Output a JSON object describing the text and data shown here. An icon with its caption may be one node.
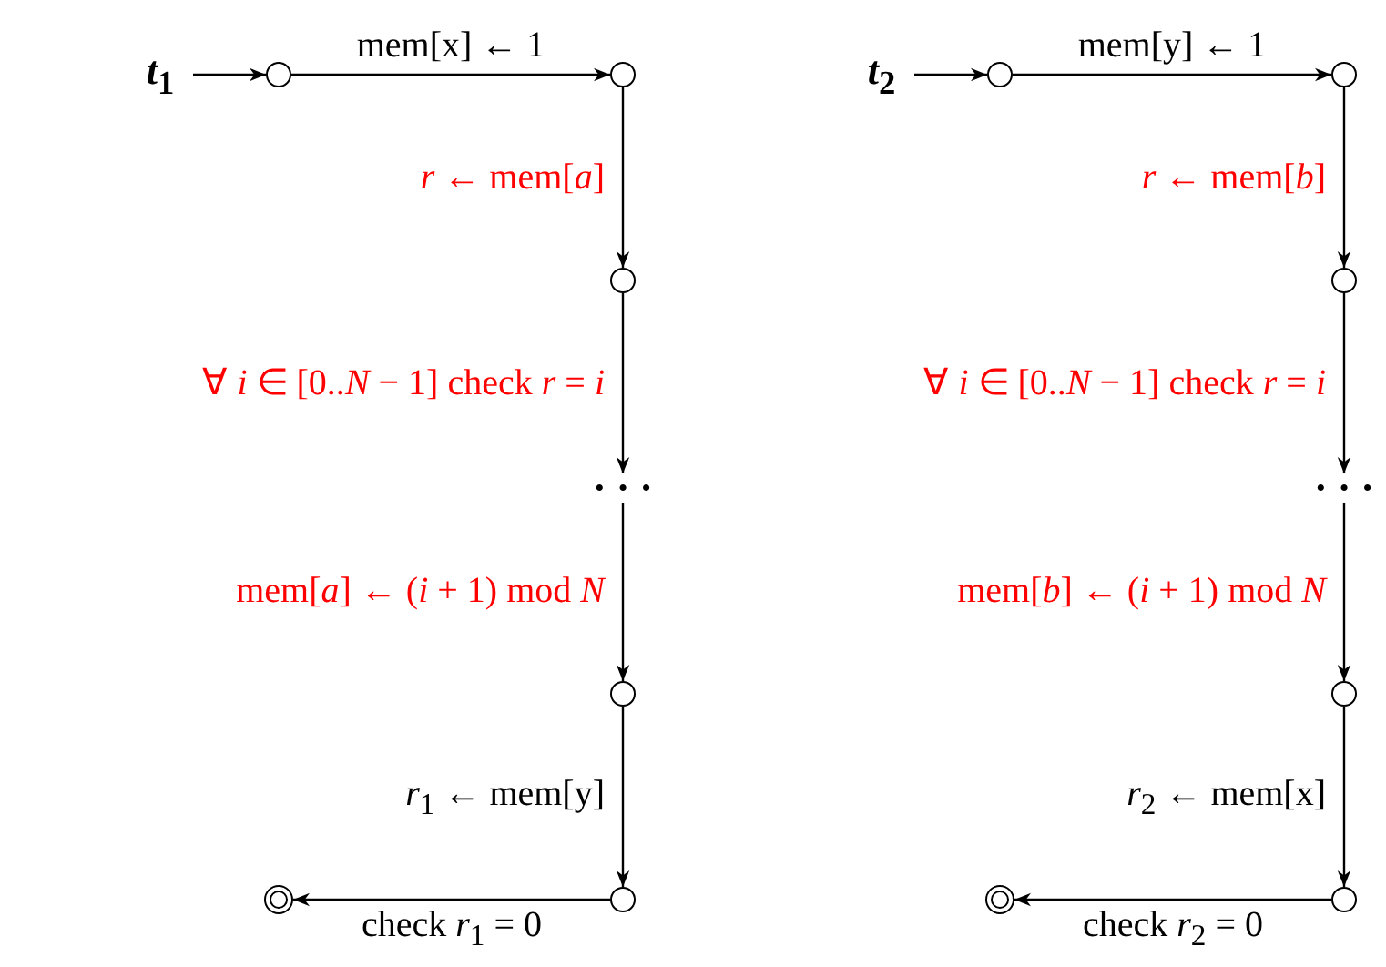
{
  "diagram": {
    "nodes": [
      {
        "text": [
          "*t*$_{1}$"
        ]
      },
      {
        "text": [],
        "shape": "circle"
      },
      {
        "text": [],
        "shape": "circle"
      },
      {
        "text": [],
        "shape": "circle"
      },
      {
        "text": [
          "· · ·"
        ]
      },
      {
        "text": [],
        "shape": "circle"
      },
      {
        "text": [],
        "shape": "circle"
      },
      {
        "text": [],
        "shape": "double-circle"
      },
      {
        "text": [
          "*t*$_{2}$"
        ]
      },
      {
        "text": [],
        "shape": "circle"
      },
      {
        "text": [],
        "shape": "circle"
      },
      {
        "text": [],
        "shape": "circle"
      },
      {
        "text": [
          "· · ·"
        ]
      },
      {
        "text": [],
        "shape": "circle"
      },
      {
        "text": [],
        "shape": "circle"
      },
      {
        "text": [],
        "shape": "double-circle"
      }
    ],
    "edges": [
      {
        "from": 0,
        "to": 1,
        "arrow": "to"
      },
      {
        "from": 1,
        "to": 2,
        "arrow": "to",
        "label": "mem[x] ← 1"
      },
      {
        "from": 2,
        "to": 3,
        "arrow": "to",
        "label": "*r* ← mem[*a*]"
      },
      {
        "from": 3,
        "to": 4,
        "arrow": "to",
        "label": "∀ *i* ∈ [0..*N* − 1] check *r* = *i*"
      },
      {
        "from": 4,
        "to": 5,
        "arrow": "to",
        "label": "mem[*a*] ← (*i* + 1) mod *N*"
      },
      {
        "from": 5,
        "to": 6,
        "arrow": "to",
        "label": "*r*$_{1}$ ← mem[y]"
      },
      {
        "from": 6,
        "to": 7,
        "arrow": "to",
        "label": "check *r*$_{1}$ = 0"
      },
      {
        "from": 8,
        "to": 9,
        "arrow": "to"
      },
      {
        "from": 9,
        "to": 10,
        "arrow": "to",
        "label": "mem[y] ← 1"
      },
      {
        "from": 10,
        "to": 11,
        "arrow": "to",
        "label": "*r* ← mem[*b*]"
      },
      {
        "from": 11,
        "to": 12,
        "arrow": "to",
        "label": "∀ *i* ∈ [0..*N* − 1] check *r* = *i*"
      },
      {
        "from": 12,
        "to": 13,
        "arrow": "to",
        "label": "mem[*b*] ← (*i* + 1) mod *N*"
      },
      {
        "from": 13,
        "to": 14,
        "arrow": "to",
        "label": "*r*$_{2}$ ← mem[x]"
      },
      {
        "from": 14,
        "to": 15,
        "arrow": "to",
        "label": "check *r*$_{2}$ = 0"
      }
    ]
  }
}
